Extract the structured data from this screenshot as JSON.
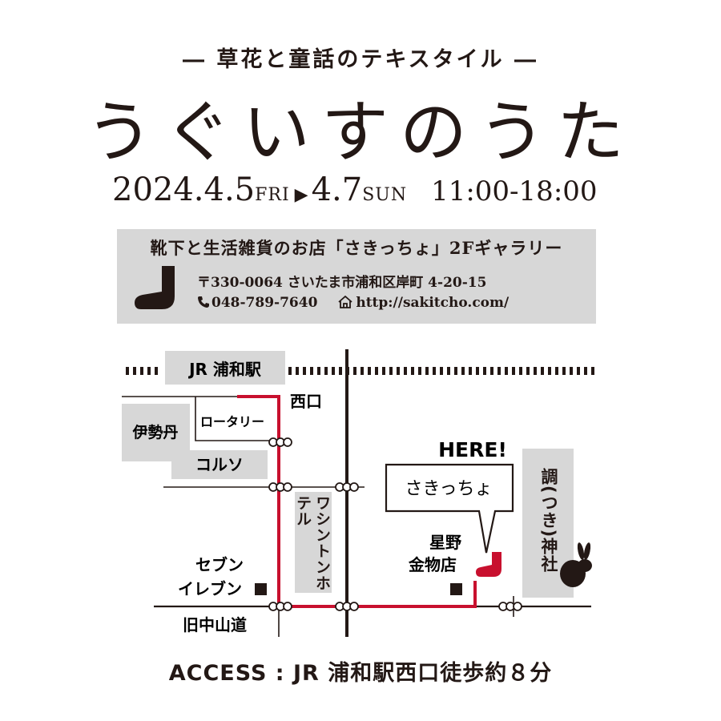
{
  "header": {
    "subtitle": "― 草花と童話のテキスタイル ―",
    "title": "うぐいすのうた"
  },
  "event": {
    "start_date": "2024.4.5",
    "start_day": "FRI",
    "arrow": "▶",
    "end_date": "4.7",
    "end_day": "SUN",
    "hours": "11:00-18:00"
  },
  "venue": {
    "shop_line": "靴下と生活雑貨のお店「さきっちょ」2Fギャラリー",
    "address": "〒330-0064 さいたま市浦和区岸町 4-20-15",
    "tel": "048-789-7640",
    "url": "http://sakitcho.com/",
    "icons": [
      "sock-icon",
      "phone-icon",
      "home-icon"
    ]
  },
  "map": {
    "station": "JR 浦和駅",
    "west_exit": "西口",
    "rotary": "ロータリー",
    "isetan": "伊勢丹",
    "corso": "コルソ",
    "washington_hotel": "ワシントンホテル",
    "here": "HERE!",
    "shop_name": "さきっちょ",
    "hoshino_1": "星野",
    "hoshino_2": "金物店",
    "seven_1": "セブン",
    "seven_2": "イレブン",
    "shrine": "調(つき)神社",
    "street": "旧中山道",
    "icons": [
      "rabbit-icon",
      "sock-icon"
    ],
    "route_color": "#c8102e"
  },
  "access": "ACCESS : JR 浦和駅西口徒歩約８分"
}
